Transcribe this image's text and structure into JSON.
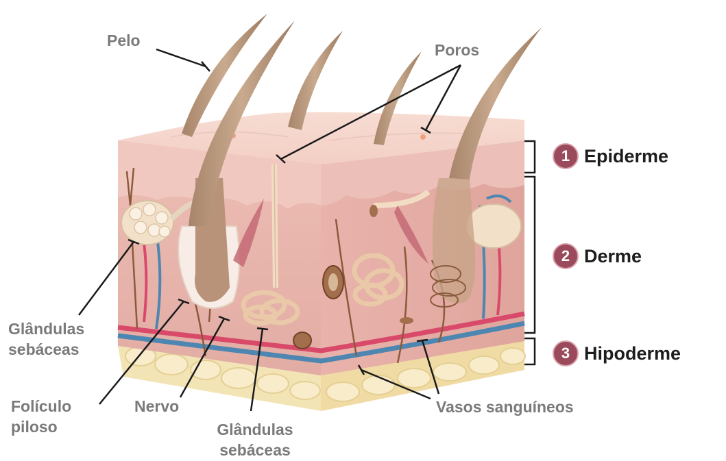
{
  "labels": {
    "pelo": "Pelo",
    "poros": "Poros",
    "glandulas_left": [
      "Glândulas",
      "sebáceas"
    ],
    "foliculo": [
      "Folículo",
      "piloso"
    ],
    "nervo": "Nervo",
    "glandulas_bottom": [
      "Glândulas",
      "sebáceas"
    ],
    "vasos": "Vasos sanguíneos"
  },
  "layers": [
    {
      "number": "1",
      "name": "Epiderme"
    },
    {
      "number": "2",
      "name": "Derme"
    },
    {
      "number": "3",
      "name": "Hipoderme"
    }
  ],
  "colors": {
    "label_text": "#7a7a7a",
    "badge": "#9b4a5b",
    "epidermis": "#f1c6bf",
    "dermis": "#e9b5ad",
    "hypodermis": "#f2e2ad",
    "artery": "#d94a6a",
    "vein": "#4d86b0",
    "hair": "#b9977b"
  }
}
